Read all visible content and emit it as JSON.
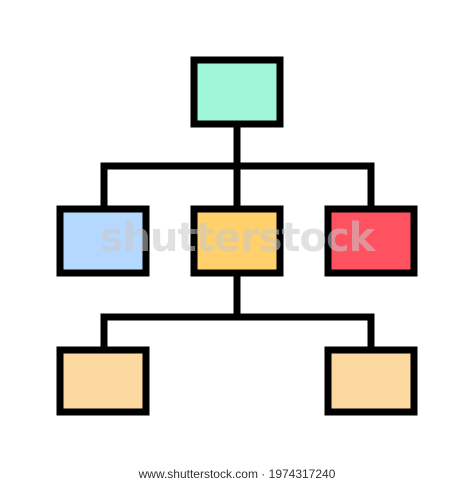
{
  "diagram": {
    "type": "hierarchy-icon",
    "nodes": [
      {
        "id": "root",
        "fill": "#9ef5d7"
      },
      {
        "id": "child-left",
        "fill": "#b5d8ff"
      },
      {
        "id": "child-middle",
        "fill": "#ffd06b"
      },
      {
        "id": "child-right",
        "fill": "#fe5261"
      },
      {
        "id": "grandchild-left",
        "fill": "#fcd9a1"
      },
      {
        "id": "grandchild-right",
        "fill": "#fcd9a1"
      }
    ],
    "edges": [
      [
        "root",
        "child-left"
      ],
      [
        "root",
        "child-middle"
      ],
      [
        "root",
        "child-right"
      ],
      [
        "child-middle",
        "grandchild-left"
      ],
      [
        "child-middle",
        "grandchild-right"
      ]
    ],
    "outline_color": "#000000"
  },
  "watermark": {
    "text": "shutterstock"
  },
  "footer": {
    "text": "www.shutterstock.com · 1974317240"
  }
}
